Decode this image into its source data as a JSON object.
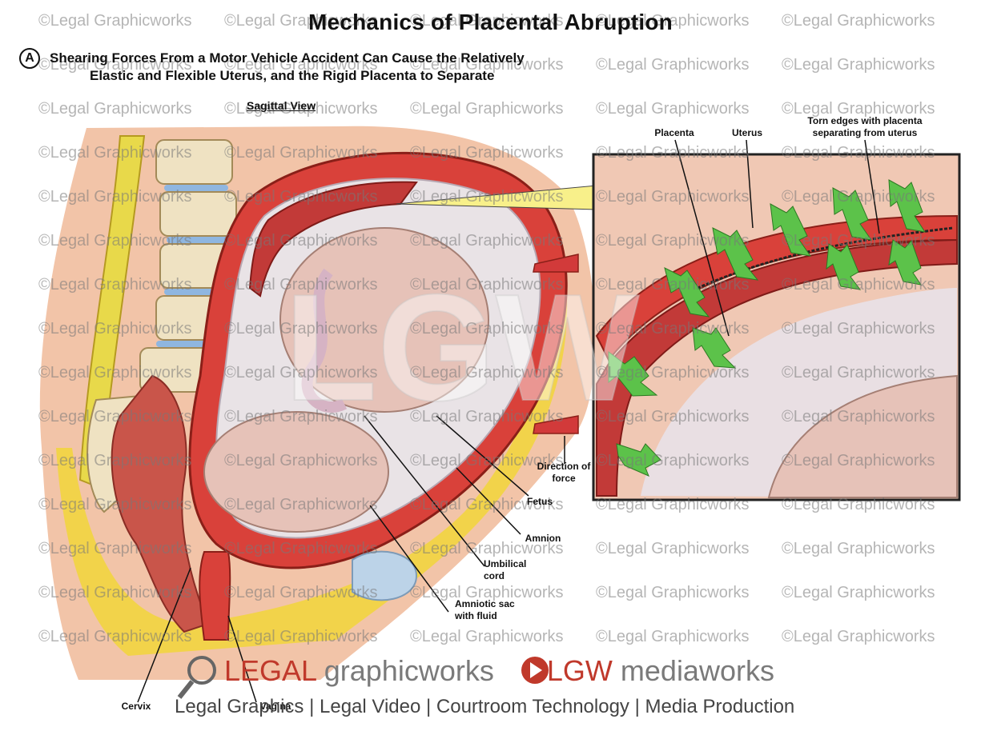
{
  "title": "Mechanics of Placental Abruption",
  "subtitle": {
    "badge": "A",
    "line1": "Shearing Forces From a Motor Vehicle Accident Can Cause the Relatively",
    "line2": "Elastic and Flexible Uterus, and the Rigid Placenta to Separate"
  },
  "view_label": "Sagittal View",
  "labels": {
    "placenta": "Placenta",
    "uterus": "Uterus",
    "torn_edges": "Torn edges with placenta separating from uterus",
    "direction_of_force": "Direction of force",
    "fetus": "Fetus",
    "amnion": "Amnion",
    "umbilical_cord": "Umbilical cord",
    "amniotic_sac": "Amniotic sac with fluid",
    "cervix": "Cervix",
    "vagina": "Vagina"
  },
  "watermark": "©Legal Graphicworks",
  "center_mark": "LGW",
  "brand": {
    "part1": "LEGAL",
    "part2": "graphicworks",
    "part3": "LGW",
    "part4": "mediaworks",
    "tagline": "Legal Graphics | Legal Video | Courtroom Technology | Media Production"
  },
  "colors": {
    "muscle": "#d9413a",
    "skin": "#f2c4a8",
    "fat": "#f2d34a",
    "bone": "#efe2c2",
    "arrow": "#5cc24a",
    "spine": "#e8d94a"
  }
}
